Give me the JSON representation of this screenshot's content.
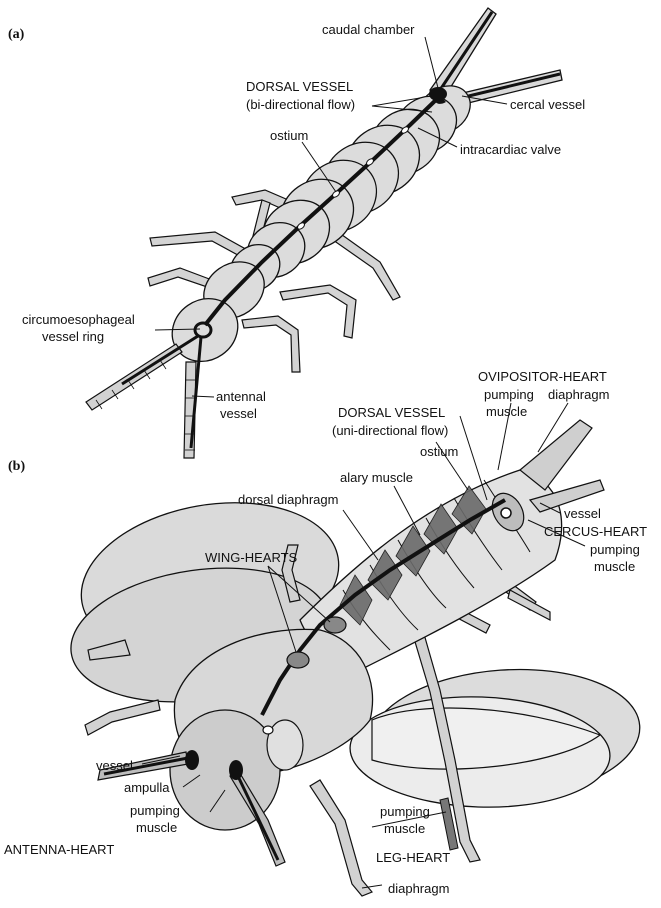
{
  "panels": {
    "a": "(a)",
    "b": "(b)"
  },
  "labels_a": {
    "caudal_chamber": "caudal chamber",
    "dorsal_vessel_1": "DORSAL VESSEL",
    "dorsal_vessel_2": "(bi-directional flow)",
    "cercal_vessel": "cercal vessel",
    "ostium": "ostium",
    "intracardiac_valve": "intracardiac valve",
    "circumoesophageal_1": "circumoesophageal",
    "circumoesophageal_2": "vessel ring",
    "antennal_1": "antennal",
    "antennal_2": "vessel"
  },
  "labels_b": {
    "ovipositor_heart": "OVIPOSITOR-HEART",
    "pumping_muscle_ovi_1": "pumping",
    "pumping_muscle_ovi_2": "muscle",
    "diaphragm_ovi": "diaphragm",
    "dorsal_vessel_1": "DORSAL VESSEL",
    "dorsal_vessel_2": "(uni-directional flow)",
    "ostium": "ostium",
    "alary_muscle": "alary muscle",
    "dorsal_diaphragm": "dorsal diaphragm",
    "vessel_cercus": "vessel",
    "cercus_heart": "CERCUS-HEART",
    "pumping_muscle_cercus_1": "pumping",
    "pumping_muscle_cercus_2": "muscle",
    "wing_hearts": "WING-HEARTS",
    "vessel_antenna": "vessel",
    "ampulla": "ampulla",
    "pumping_muscle_ant_1": "pumping",
    "pumping_muscle_ant_2": "muscle",
    "antenna_heart": "ANTENNA-HEART",
    "pumping_muscle_leg_1": "pumping",
    "pumping_muscle_leg_2": "muscle",
    "leg_heart": "LEG-HEART",
    "diaphragm_leg": "diaphragm"
  }
}
